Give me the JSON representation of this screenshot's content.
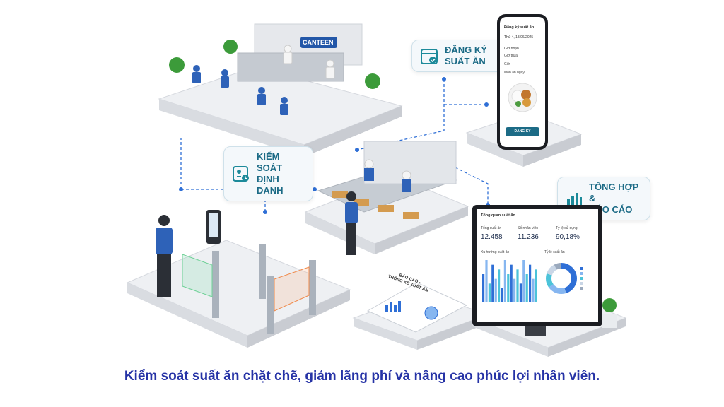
{
  "callouts": {
    "meal_registration": "ĐĂNG KÝ\nSUẤT ĂN",
    "identity_control": "KIỂM SOÁT\nĐỊNH DANH",
    "report_summary": "TỔNG HỢP &\nBÁO CÁO"
  },
  "canteen_sign": "CANTEEN",
  "phone": {
    "title": "Đăng ký suất ăn",
    "date": "Thứ 4, 18/06/2025",
    "fields": [
      "Giờ nhận",
      "Giờ trưa",
      "Giờ",
      "Món ăn ngày"
    ],
    "submit_label": "ĐĂNG KÝ"
  },
  "monitor": {
    "title": "Tổng quan suất ăn",
    "stats": [
      {
        "label": "Tổng suất ăn",
        "value": "12.458"
      },
      {
        "label": "Số nhân viên",
        "value": "11.236"
      },
      {
        "label": "Tỷ lệ sử dụng",
        "value": "90,18%"
      }
    ],
    "chart1_title": "Xu hướng suất ăn",
    "chart2_title": "Tỷ lệ suất ăn",
    "bar_values": [
      6,
      9,
      4,
      8,
      5,
      7,
      3,
      9,
      6,
      8,
      5,
      7,
      4,
      9,
      6,
      8,
      5,
      7
    ],
    "donut_values": [
      45,
      20,
      15,
      12,
      8
    ],
    "colors": [
      "#2f6fd6",
      "#86b6f0",
      "#4cc3d9",
      "#c9d6e6",
      "#9aa9bd"
    ]
  },
  "report_sheet_title": "BÁO CÁO -\nTHỐNG KÊ SUẤT ĂN",
  "caption": "Kiểm soát suất ăn chặt chẽ, giảm lãng phí và nâng cao phúc lợi nhân viên."
}
